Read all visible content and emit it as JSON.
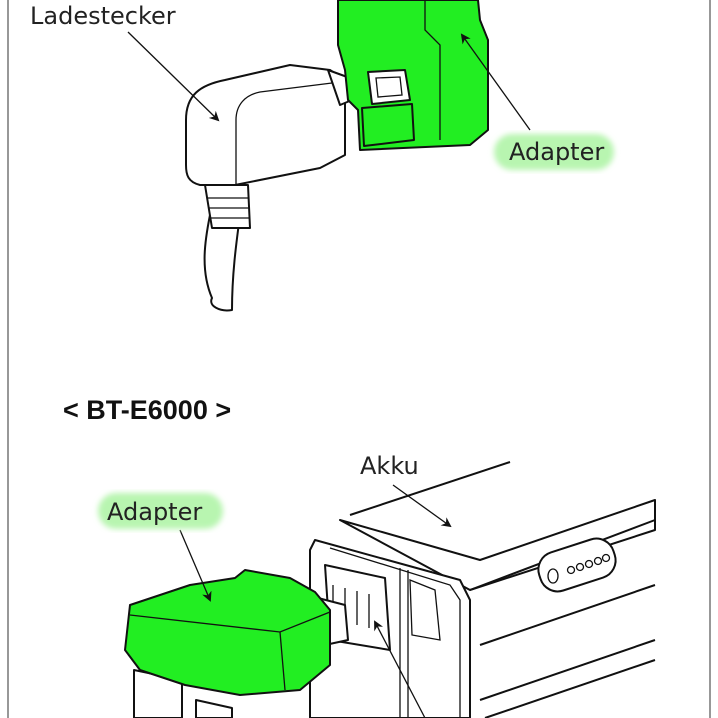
{
  "labels": {
    "charging_plug": "Ladestecker",
    "adapter_top": "Adapter",
    "section_title": "< BT-E6000 >",
    "battery": "Akku",
    "adapter_bottom": "Adapter"
  },
  "colors": {
    "adapter_fill": "#22ee22",
    "highlight": "#b8f5b0"
  }
}
